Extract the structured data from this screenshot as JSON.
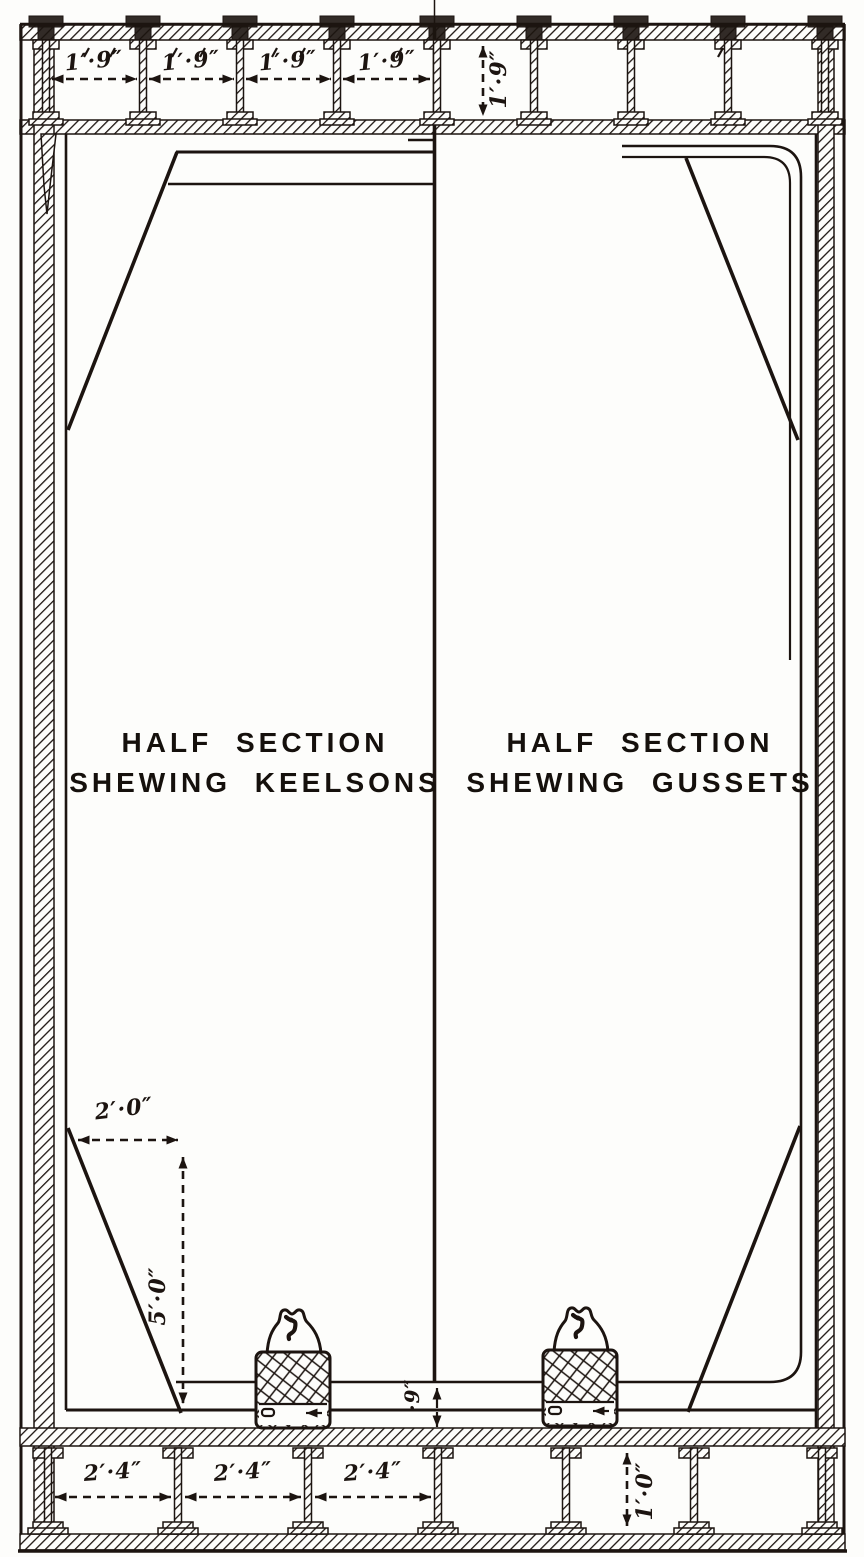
{
  "figure": {
    "kind": "engineering-section-drawing",
    "ink_color": "#1c1410",
    "paper_color": "#fdfdfb",
    "left_half": {
      "title_line1": "HALF SECTION",
      "title_line2": "SHEWING KEELSONS"
    },
    "right_half": {
      "title_line1": "HALF SECTION",
      "title_line2": "SHEWING GUSSETS"
    },
    "dimensions": {
      "top_bays": [
        "1′·9″",
        "1′·9″",
        "1′·9″",
        "1′·9″"
      ],
      "top_beam_depth": "1′·9″",
      "bottom_bays": [
        "2′·4″",
        "2′·4″",
        "2′·4″"
      ],
      "bottom_beam_depth": "1′·0″",
      "bracket_width": "2′·0″",
      "bracket_height": "5′·0″",
      "floor_depth": "·9″"
    }
  }
}
